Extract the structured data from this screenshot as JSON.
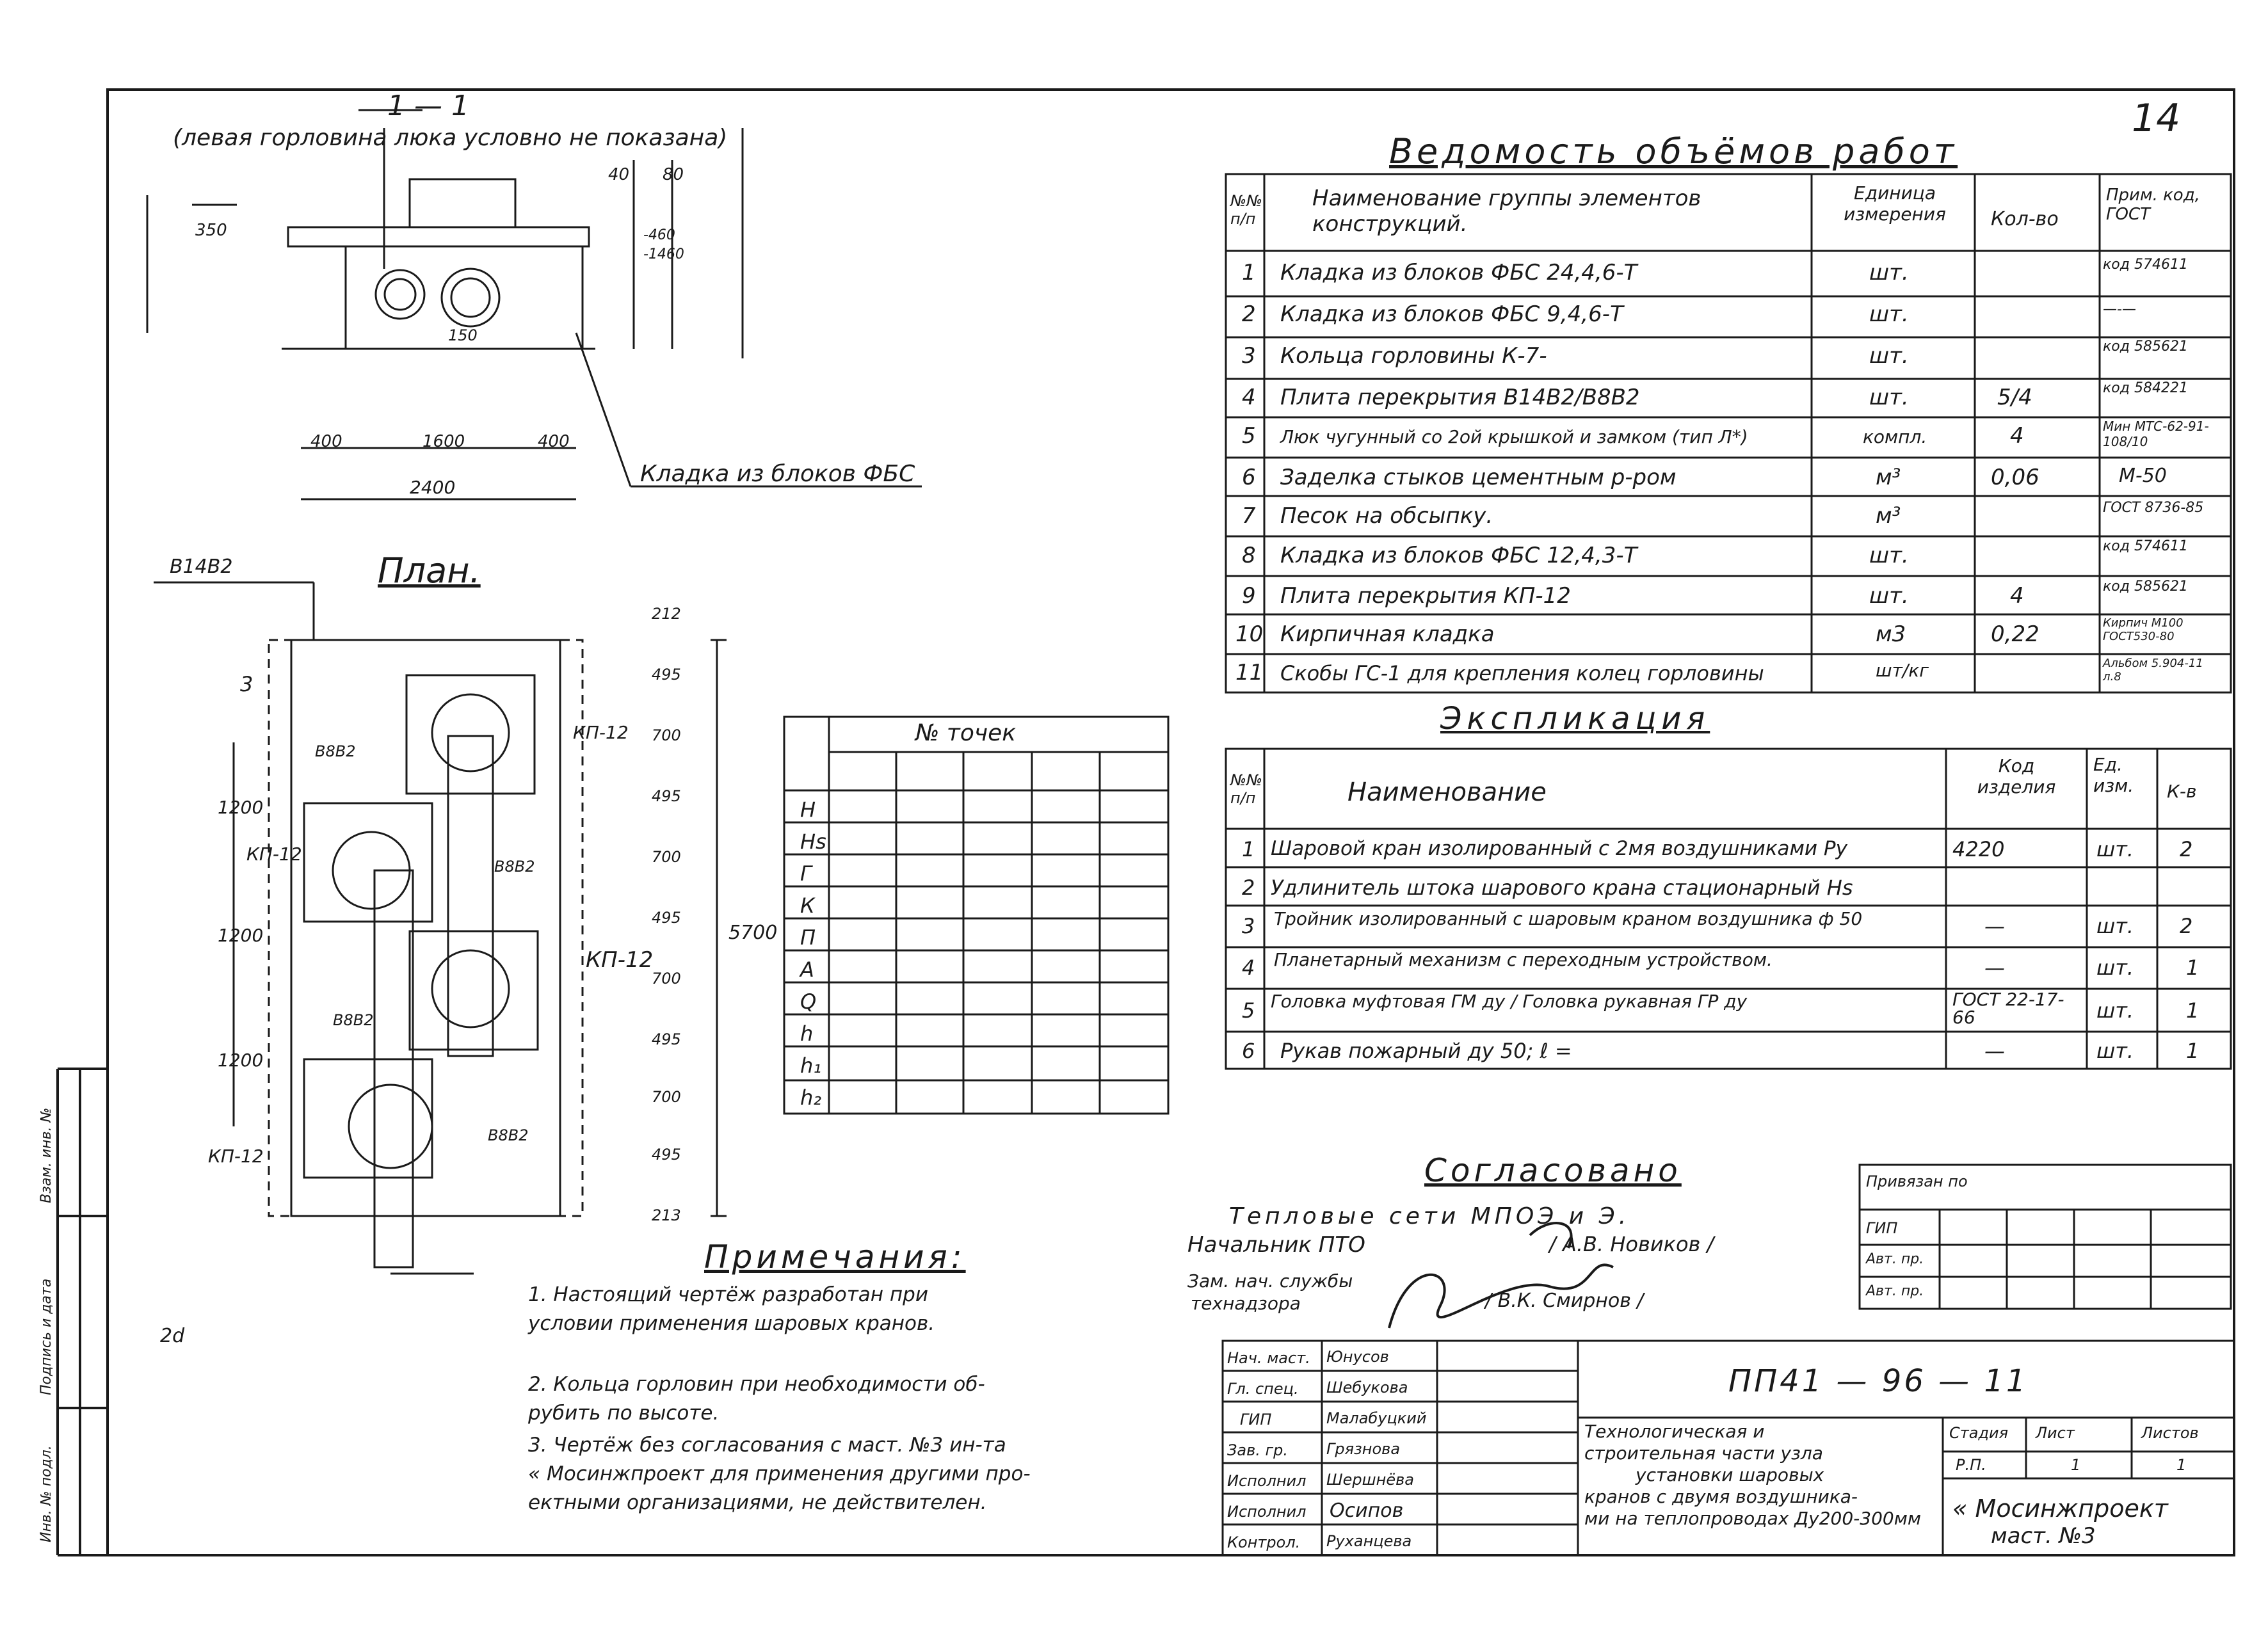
{
  "page_number": "14",
  "section": {
    "label": "1 — 1",
    "caption": "(левая горловина люка условно не показана)",
    "dims": {
      "d350": "350",
      "d40": "40",
      "d80": "80",
      "m460": "-460",
      "m1460": "-1460",
      "d150": "150",
      "d400a": "400",
      "d1600": "1600",
      "d400b": "400",
      "d2400": "2400"
    },
    "leader": "Кладка из блоков ФБС"
  },
  "plan": {
    "title": "План.",
    "tag_b14": "В14В2",
    "labels": {
      "kp12_a": "КП-12",
      "kp12_b": "КП-12",
      "kp12_c": "КП-12",
      "kp12_d": "КП-12",
      "b8b2_a": "В8В2",
      "b8b2_b": "В8В2",
      "b8b2_c": "В8В2",
      "b8b2_d": "В8В2",
      "n3": "3",
      "d2": "2d"
    },
    "dims_left": {
      "a": "1200",
      "b": "1200",
      "c": "1200"
    },
    "dims_right": {
      "r1": "212",
      "r2": "495",
      "r3": "700",
      "r4": "495",
      "r5": "700",
      "r6": "495",
      "r7": "700",
      "r8": "495",
      "r9": "700",
      "r10": "495",
      "r11": "213",
      "total": "5700"
    }
  },
  "points_table": {
    "title": "№ точек",
    "rows": [
      "H",
      "Hs",
      "Г",
      "К",
      "П",
      "А",
      "Q",
      "h",
      "h₁",
      "h₂"
    ]
  },
  "volumes": {
    "title": "Ведомость объёмов работ",
    "headers": {
      "num": "№№ п/п",
      "name": "Наименование группы элементов конструкций.",
      "unit": "Единица измерения",
      "qty": "Кол-во",
      "note": "Прим. код, ГОСТ"
    },
    "rows": [
      {
        "n": "1",
        "name": "Кладка из блоков ФБС 24,4,6-Т",
        "unit": "шт.",
        "qty": "",
        "note": "код 574611"
      },
      {
        "n": "2",
        "name": "Кладка из блоков ФБС 9,4,6-Т",
        "unit": "шт.",
        "qty": "",
        "note": "—-—"
      },
      {
        "n": "3",
        "name": "Кольца горловины К-7-",
        "unit": "шт.",
        "qty": "",
        "note": "код 585621"
      },
      {
        "n": "4",
        "name": "Плита перекрытия В14В2/В8В2",
        "unit": "шт.",
        "qty": "5/4",
        "note": "код 584221"
      },
      {
        "n": "5",
        "name": "Люк чугунный со 2ой крышкой и замком (тип Л*)",
        "unit": "компл.",
        "qty": "4",
        "note": "Мин МТС-62-91-108/10"
      },
      {
        "n": "6",
        "name": "Заделка стыков цементным р-ром",
        "unit": "м³",
        "qty": "0,06",
        "note": "М-50"
      },
      {
        "n": "7",
        "name": "Песок на обсыпку.",
        "unit": "м³",
        "qty": "",
        "note": "ГОСТ 8736-85"
      },
      {
        "n": "8",
        "name": "Кладка из блоков ФБС 12,4,3-Т",
        "unit": "шт.",
        "qty": "",
        "note": "код 574611"
      },
      {
        "n": "9",
        "name": "Плита перекрытия КП-12",
        "unit": "шт.",
        "qty": "4",
        "note": "код 585621"
      },
      {
        "n": "10",
        "name": "Кирпичная кладка",
        "unit": "м3",
        "qty": "0,22",
        "note": "Кирпич М100 ГОСТ530-80"
      },
      {
        "n": "11",
        "name": "Скобы ГС-1 для крепления колец горловины",
        "unit": "шт/кг",
        "qty": "",
        "note": "Альбом 5.904-11 л.8"
      }
    ]
  },
  "explication": {
    "title": "Экспликация",
    "headers": {
      "num": "№№ п/п",
      "name": "Наименование",
      "code": "Код изделия",
      "unit": "Ед. изм.",
      "qty": "К-в"
    },
    "rows": [
      {
        "n": "1",
        "name": "Шаровой кран изолированный с 2мя воздушниками Ру",
        "code": "4220",
        "unit": "шт.",
        "qty": "2"
      },
      {
        "n": "2",
        "name": "Удлинитель штока шарового крана стационарный Hs",
        "code": "",
        "unit": "",
        "qty": ""
      },
      {
        "n": "3",
        "name": "Тройник изолированный с шаровым краном воздушника ф 50",
        "code": "—",
        "unit": "шт.",
        "qty": "2"
      },
      {
        "n": "4",
        "name": "Планетарный механизм с переходным устройством.",
        "code": "—",
        "unit": "шт.",
        "qty": "1"
      },
      {
        "n": "5",
        "name": "Головка муфтовая ГМ ду / Головка рукавная ГР ду",
        "code": "ГОСТ 22-17-66",
        "unit": "шт.",
        "qty": "1"
      },
      {
        "n": "6",
        "name": "Рукав пожарный ду 50; ℓ =",
        "code": "—",
        "unit": "шт.",
        "qty": "1"
      }
    ]
  },
  "agreed": {
    "title": "Согласовано",
    "line1": "Тепловые сети МПОЭ и Э.",
    "line2a": "Начальник ПТО",
    "line2b": "/ А.В. Новиков /",
    "line3a": "Зам. нач. службы",
    "line3b": "технадзора",
    "line3c": "/ В.К. Смирнов /"
  },
  "tied": {
    "title": "Привязан по",
    "rows": [
      "ГИП",
      "Авт. пр.",
      "Авт. пр."
    ]
  },
  "notes": {
    "title": "Примечания:",
    "items": [
      "1. Настоящий чертёж разработан при",
      "условии применения шаровых кранов.",
      "2. Кольца горловин при необходимости об-",
      "рубить по высоте.",
      "3. Чертёж без согласования с маст. №3 ин-та",
      "« Мосинжпроект для применения другими про-",
      "ектными организациями, не действителен."
    ]
  },
  "stamp": {
    "code": "ПП41 — 96 — 11",
    "title_lines": [
      "Технологическая и",
      "строительная части узла",
      "установки шаровых",
      "кранов с двумя воздушника-",
      "ми на теплопроводах Ду200-300мм"
    ],
    "org": "« Мосинжпроект",
    "org2": "маст. №3",
    "stage_h": "Стадия",
    "sheet_h": "Лист",
    "sheets_h": "Листов",
    "stage": "Р.П.",
    "sheet": "1",
    "sheets": "1",
    "people": [
      {
        "role": "Нач. маст.",
        "name": "Юнусов"
      },
      {
        "role": "Гл. спец.",
        "name": "Шебукова"
      },
      {
        "role": "ГИП",
        "name": "Малабуцкий"
      },
      {
        "role": "Зав. гр.",
        "name": "Грязнова"
      },
      {
        "role": "Исполнил",
        "name": "Шершнёва"
      },
      {
        "role": "Исполнил",
        "name": "Осипов"
      },
      {
        "role": "Контрол.",
        "name": "Руханцева"
      }
    ]
  },
  "margin": {
    "inv": "Инв. № подл.",
    "sign": "Подпись и дата",
    "swap": "Взам. инв. №"
  }
}
